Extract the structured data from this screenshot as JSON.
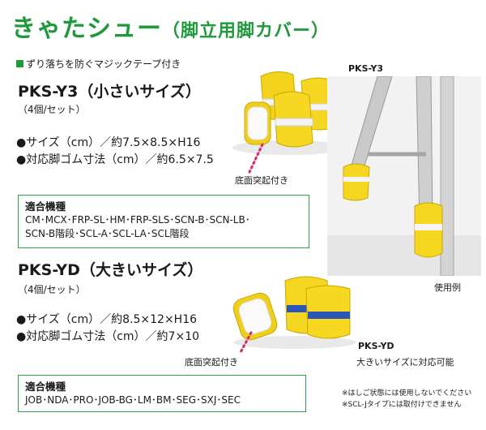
{
  "header": {
    "title_main": "きゃたシュー",
    "title_sub": "（脚立用脚カバー）",
    "tagline": "ずり落ちを防ぐマジックテープ付き"
  },
  "y3": {
    "model": "PKS-Y3（小さいサイズ）",
    "qty": "（4個/セット）",
    "size": "●サイズ（cm）／約7.5×8.5×H16",
    "rubber": "●対応脚ゴム寸法（cm）／約6.5×7.5",
    "bottom_label": "底面突起付き",
    "photo_label": "PKS-Y3",
    "compat_head": "適合機種",
    "compat_line1": "CM･MCX･FRP-SL･HM･FRP-SLS･SCN-B･SCN-LB･",
    "compat_line2": "SCN-B階段･SCL-A･SCL-LA･SCL階段"
  },
  "yd": {
    "model": "PKS-YD（大きいサイズ）",
    "qty": "（4個/セット）",
    "size": "●サイズ（cm）／約8.5×12×H16",
    "rubber": "●対応脚ゴム寸法（cm）／約7×10",
    "bottom_label": "底面突起付き",
    "photo_label": "PKS-YD",
    "photo_caption": "大きいサイズに対応可能",
    "compat_head": "適合機種",
    "compat_line1": "JOB･NDA･PRO･JOB-BG･LM･BM･SEG･SXJ･SEC"
  },
  "usage": {
    "label": "使用例"
  },
  "notes": {
    "line1": "※はしご状態には使用しないでください",
    "line2": "※SCL-Jタイプには取付けできません"
  }
}
